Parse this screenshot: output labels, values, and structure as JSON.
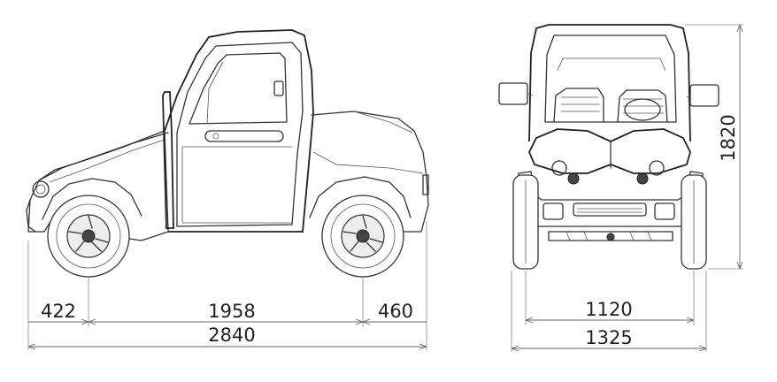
{
  "side_view": {
    "dimensions": {
      "front_overhang": "422",
      "wheelbase": "1958",
      "rear_overhang": "460",
      "overall_length": "2840"
    }
  },
  "front_view": {
    "dimensions": {
      "track": "1120",
      "overall_width": "1325",
      "overall_height": "1820"
    }
  }
}
